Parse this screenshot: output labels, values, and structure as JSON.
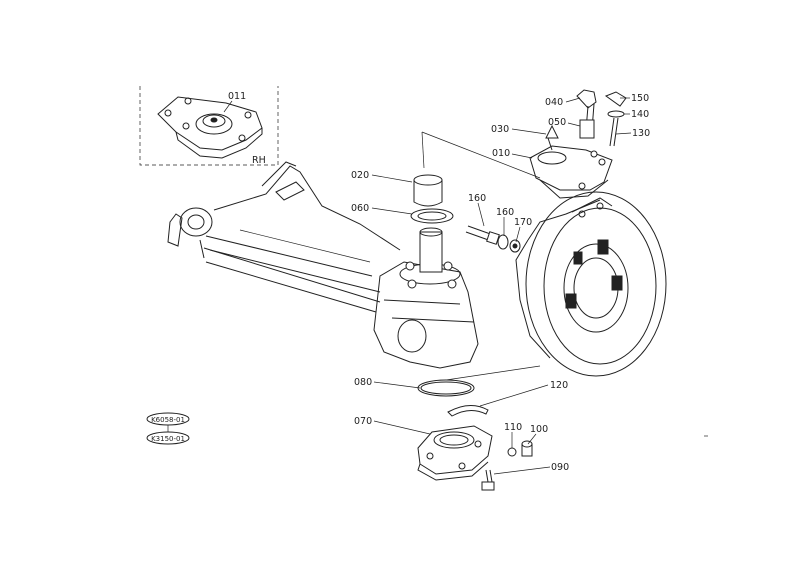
{
  "parts": {
    "p011": "011",
    "rh": "RH",
    "p020": "020",
    "p060": "060",
    "p160a": "160",
    "p160b": "160",
    "p170": "170",
    "p040": "040",
    "p150": "150",
    "p140": "140",
    "p030": "030",
    "p050": "050",
    "p130": "130",
    "p010": "010",
    "p080": "080",
    "p120": "120",
    "p070": "070",
    "p110": "110",
    "p100": "100",
    "p090": "090"
  },
  "serials": {
    "top": "K6058-01",
    "bottom": "K3150-01"
  }
}
